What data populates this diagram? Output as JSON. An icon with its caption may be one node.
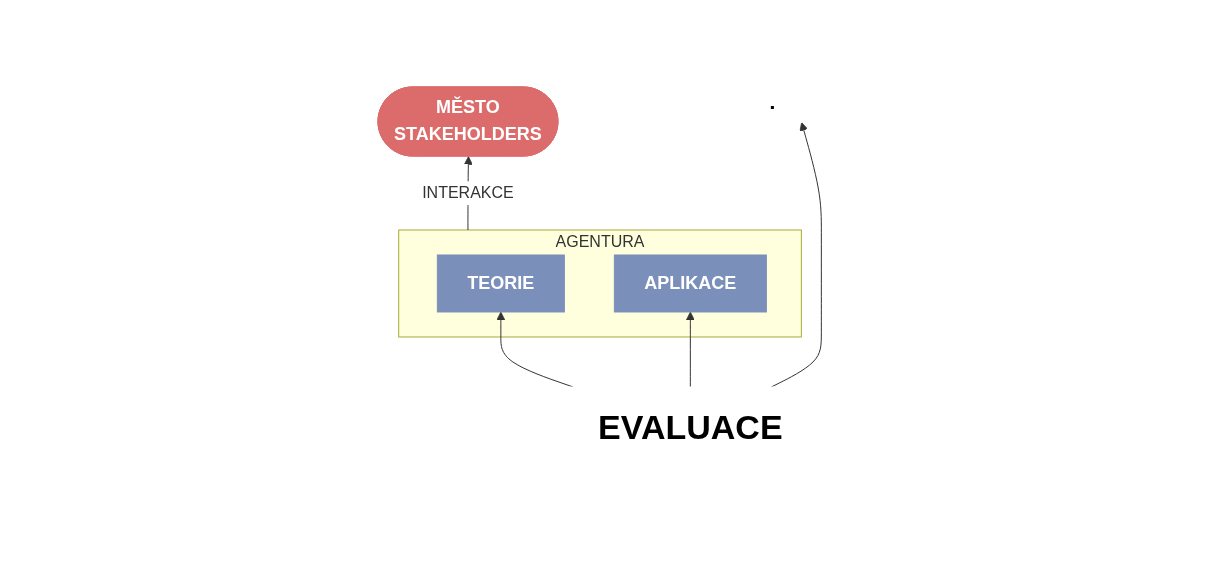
{
  "diagram": {
    "nodes": [
      {
        "text": [
          "AGENTURA"
        ]
      },
      {
        "text": [
          "TEORIE"
        ],
        "in": 0
      },
      {
        "text": [
          "APLIKACE"
        ],
        "in": 0
      },
      {
        "text": [
          "MĚSTO",
          "STAKEHOLDERS"
        ]
      },
      {
        "text": [
          "EVALUACE"
        ]
      }
    ],
    "edges": [
      {
        "from": 0,
        "to": 3,
        "arrow": "to",
        "label": "INTERAKCE"
      },
      {
        "from": 4,
        "to": 1,
        "arrow": "to"
      },
      {
        "from": 4,
        "to": 2,
        "arrow": "to"
      },
      {
        "from": 4,
        "to": null,
        "arrow": "to"
      }
    ]
  }
}
